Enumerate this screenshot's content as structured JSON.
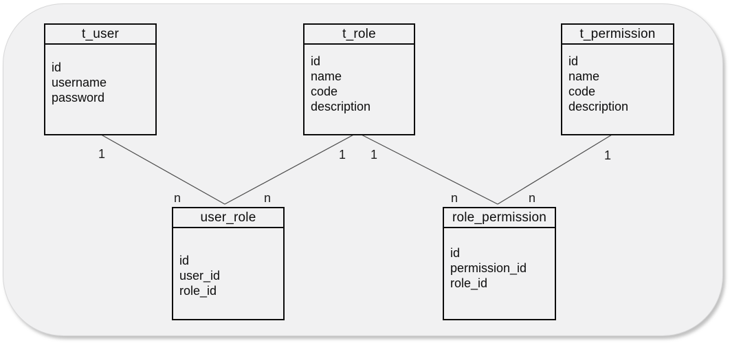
{
  "diagram": {
    "entities": [
      {
        "title": "t_user",
        "fields": [
          "id",
          "username",
          "password"
        ]
      },
      {
        "title": "t_role",
        "fields": [
          "id",
          "name",
          "code",
          "description"
        ]
      },
      {
        "title": "t_permission",
        "fields": [
          "id",
          "name",
          "code",
          "description"
        ]
      },
      {
        "title": "user_role",
        "fields": [
          "id",
          "user_id",
          "role_id"
        ]
      },
      {
        "title": "role_permission",
        "fields": [
          "id",
          "permission_id",
          "role_id"
        ]
      }
    ],
    "relationships": [
      {
        "from": "t_user",
        "to": "user_role",
        "from_card": "1",
        "to_card": "n"
      },
      {
        "from": "t_role",
        "to": "user_role",
        "from_card": "1",
        "to_card": "n"
      },
      {
        "from": "t_role",
        "to": "role_permission",
        "from_card": "1",
        "to_card": "n"
      },
      {
        "from": "t_permission",
        "to": "role_permission",
        "from_card": "1",
        "to_card": "n"
      }
    ],
    "colors": {
      "panel_background": "#f1f1f2",
      "panel_border": "#d7d7d8",
      "entity_border": "#0c0c0c",
      "relationship_line": "#4a4a4a",
      "text": "#0c0c0c"
    }
  }
}
